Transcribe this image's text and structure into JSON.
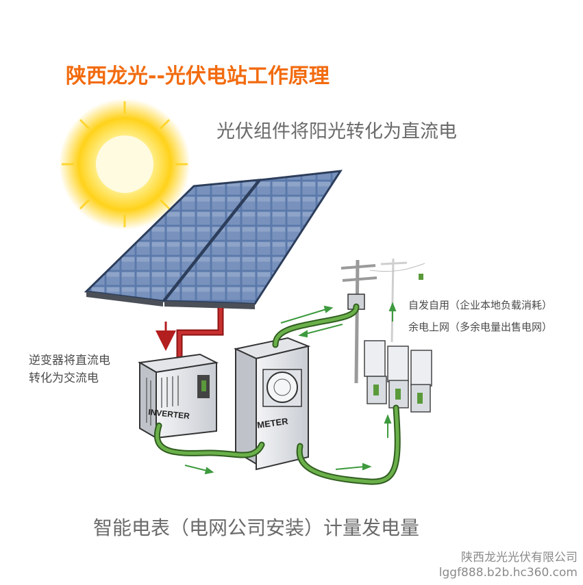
{
  "title": "陕西龙光--光伏电站工作原理",
  "captions": {
    "panels": "光伏组件将阳光转化为直流电",
    "inverter_line1": "逆变器将直流电",
    "inverter_line2": "转化为交流电",
    "self_use": "自发自用（企业本地负载消耗）",
    "grid_feed": "余电上网（多余电量出售电网）",
    "meter": "智能电表（电网公司安装）计量发电量"
  },
  "labels": {
    "inverter": "INVERTER",
    "meter": "METER"
  },
  "footer": {
    "company": "陕西龙光光伏有限公司",
    "url": "lggf888.b2b.hc360.com"
  },
  "colors": {
    "title": "#f26b0f",
    "sun": "#ffd21a",
    "panel": "#5a78a8",
    "wire_dc": "#b31e1e",
    "wire_ac": "#5a9a3a",
    "arrow": "#3e9a3e"
  }
}
